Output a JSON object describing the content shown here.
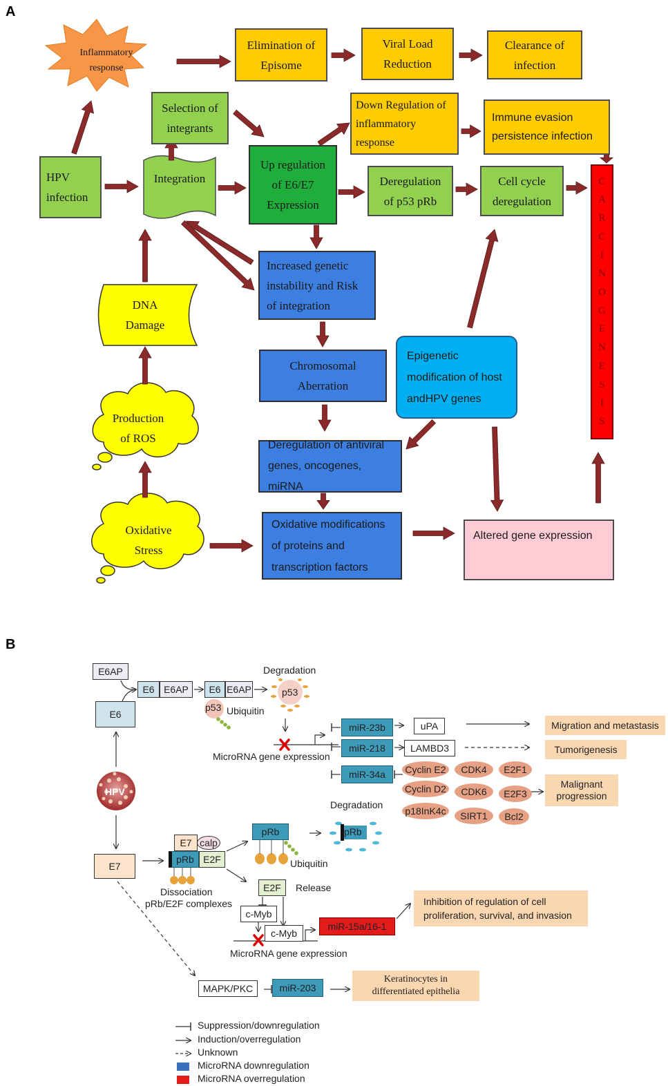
{
  "panel_a": {
    "label": "A",
    "inflammatory": "Inflammatory response",
    "elimination": "Elimination of Episome",
    "viral_load": "Viral Load Reduction",
    "clearance": "Clearance of infection",
    "selection": "Selection of integrants",
    "down_regulation": "Down Regulation of inflammatory response",
    "immune_evasion": "Immune evasion persistence infection",
    "hpv_infection": "HPV infection",
    "integration": "Integration",
    "up_regulation": "Up regulation of E6/E7 Expression",
    "dereg_p53": "Deregulation of p53 pRb",
    "cell_cycle": "Cell cycle deregulation",
    "carcinogenesis": "CARCINOGENESIS",
    "genetic_instability": "Increased genetic instability and Risk of integration",
    "dna_damage": "DNA Damage",
    "chromosomal": "Chromosomal Aberration",
    "epigenetic": "Epigenetic modification of host andHPV genes",
    "ros": "Production of ROS",
    "dereg_antiviral": "Deregulation of antiviral genes, oncogenes, miRNA",
    "oxidative_stress": "Oxidative Stress",
    "oxidative_mod": "Oxidative modifications of proteins and transcription factors",
    "altered": "Altered gene expression",
    "colors": {
      "yellow": "#ffcc00",
      "light_green": "#92d050",
      "dark_green": "#1fae3c",
      "blue": "#3d7fe0",
      "cyan": "#00b0f0",
      "pink": "#ffccd5",
      "red": "#ff0000",
      "arrow": "#8b2a2a"
    }
  },
  "panel_b": {
    "label": "B",
    "e6ap_top": "E6AP",
    "e6_chain_1": "E6",
    "e6ap_chain_1": "E6AP",
    "e6_chain_2": "E6",
    "e6ap_chain_2": "E6AP",
    "degradation_top": "Degradation",
    "p53_degraded": "p53",
    "p53_ub": "p53",
    "ubiquitin_top": "Ubiquitin",
    "e6_box": "E6",
    "microrna_expr_1": "MicroRNA gene expression",
    "mir23b": "miR-23b",
    "mir218": "miR-218",
    "mir34a": "miR-34a",
    "upa": "uPA",
    "lambd3": "LAMBD3",
    "migration": "Migration and metastasis",
    "tumorigenesis": "Tumorigenesis",
    "malignant": "Malignant progression",
    "ovals": [
      "Cyclin E2",
      "CDK4",
      "E2F1",
      "Cyclin D2",
      "CDK6",
      "E2F3",
      "p18InK4c",
      "SIRT1",
      "Bcl2"
    ],
    "hpv": "HPV",
    "degradation_mid": "Degradation",
    "prb_top": "pRb",
    "prb_degraded": "pRb",
    "ubiquitin_mid": "Ubiquitin",
    "e7_box": "E7",
    "e7_complex": "E7",
    "calp": "calp",
    "prb_complex": "pRb",
    "e2f_complex": "E2F",
    "dissociation": "Dissociation",
    "prb_e2f": "pRb/E2F  complexes",
    "e2f_release": "E2F",
    "release": "Release",
    "cmyb_1": "c-Myb",
    "cmyb_2": "c-Myb",
    "mir15": "miR-15a/16-1",
    "inhibition": "Inhibition of regulation of cell proliferation, survival, and invasion",
    "microrna_expr_2": "MicroRNA gene expression",
    "mapk": "MAPK/PKC",
    "mir203": "miR-203",
    "keratinocytes": "Keratinocytes in differentiated epithelia",
    "legend": {
      "suppression": "Suppression/downregulation",
      "induction": "Induction/overregulation",
      "unknown": "Unknown",
      "mirna_down": "MicroRNA downregulation",
      "mirna_over": "MicroRNA overregulation"
    },
    "colors": {
      "mirna_down": "#3d9ab9",
      "mirna_over": "#e31b1b",
      "outcome": "#fad7b0",
      "oval": "#e6a184"
    }
  }
}
